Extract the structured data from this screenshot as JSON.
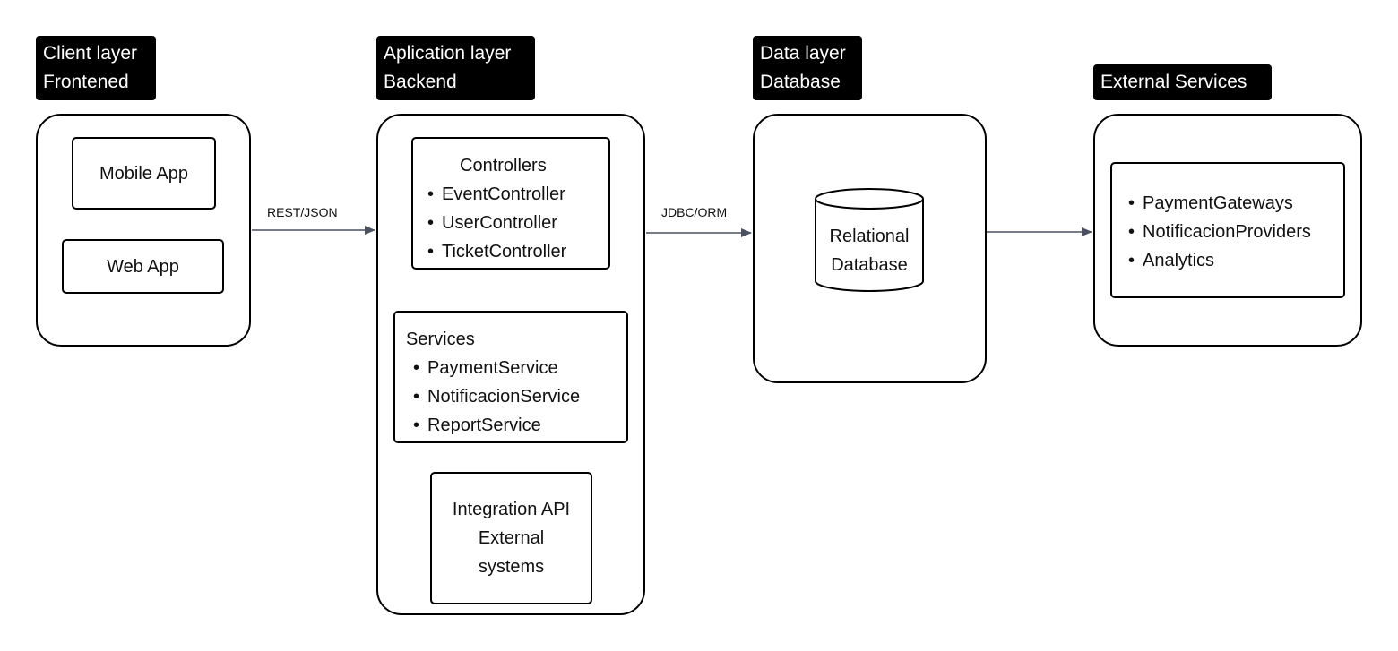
{
  "layers": {
    "client": {
      "title_line1": "Client layer",
      "title_line2": "Frontened"
    },
    "application": {
      "title_line1": "Aplication layer",
      "title_line2": "Backend"
    },
    "data": {
      "title_line1": "Data layer",
      "title_line2": "Database"
    },
    "external": {
      "title": "External Services"
    }
  },
  "client": {
    "mobile_app": "Mobile App",
    "web_app": "Web App"
  },
  "application": {
    "controllers": {
      "title": "Controllers",
      "items": [
        "EventController",
        "UserController",
        "TicketController"
      ]
    },
    "services": {
      "title": "Services",
      "items": [
        "PaymentService",
        "NotificacionService",
        "ReportService"
      ]
    },
    "integration": {
      "line1": "Integration API",
      "line2": "External",
      "line3": "systems"
    }
  },
  "data": {
    "database_line1": "Relational",
    "database_line2": "Database"
  },
  "external": {
    "items": [
      "PaymentGateways",
      "NotificacionProviders",
      "Analytics"
    ]
  },
  "connections": {
    "client_to_app": "REST/JSON",
    "app_to_data": "JDBC/ORM"
  },
  "colors": {
    "label_background": "#000000",
    "label_text": "#ffffff",
    "stroke": "#000000",
    "arrow": "#4a5160"
  }
}
